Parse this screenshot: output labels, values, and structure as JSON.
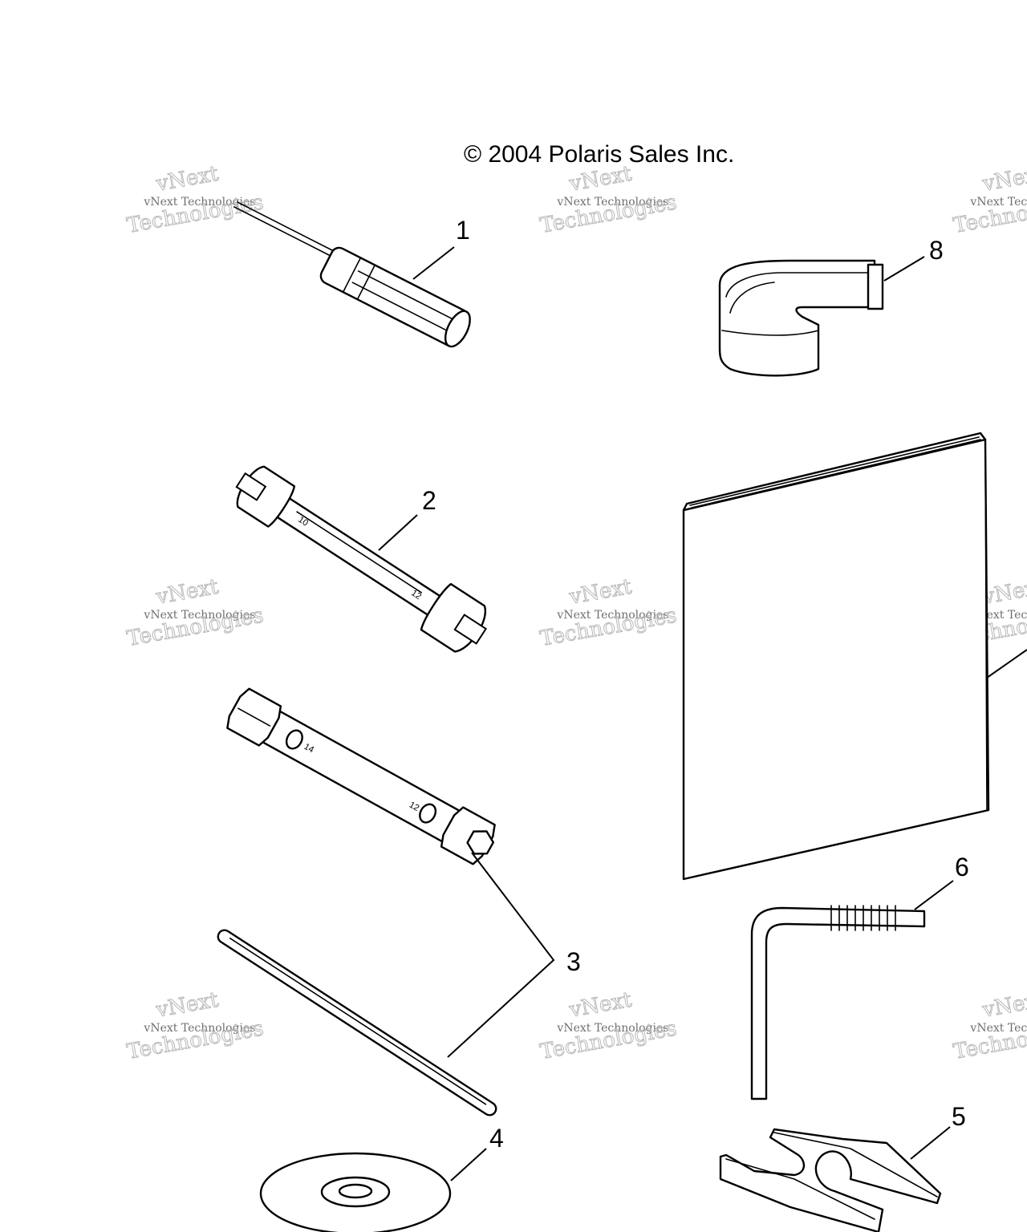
{
  "copyright": "© 2004 Polaris Sales Inc.",
  "watermark": {
    "line1": "vNext",
    "line2": "vNext Technologies",
    "line3": "Technologies"
  },
  "callouts": [
    {
      "id": "1",
      "label": "1"
    },
    {
      "id": "2",
      "label": "2"
    },
    {
      "id": "3",
      "label": "3"
    },
    {
      "id": "4",
      "label": "4"
    },
    {
      "id": "5",
      "label": "5"
    },
    {
      "id": "6",
      "label": "6"
    },
    {
      "id": "8",
      "label": "8"
    }
  ],
  "tool_markings": {
    "wrench_small_end": "10",
    "wrench_large_end": "12",
    "socket_top": "14",
    "socket_bottom": "12"
  }
}
